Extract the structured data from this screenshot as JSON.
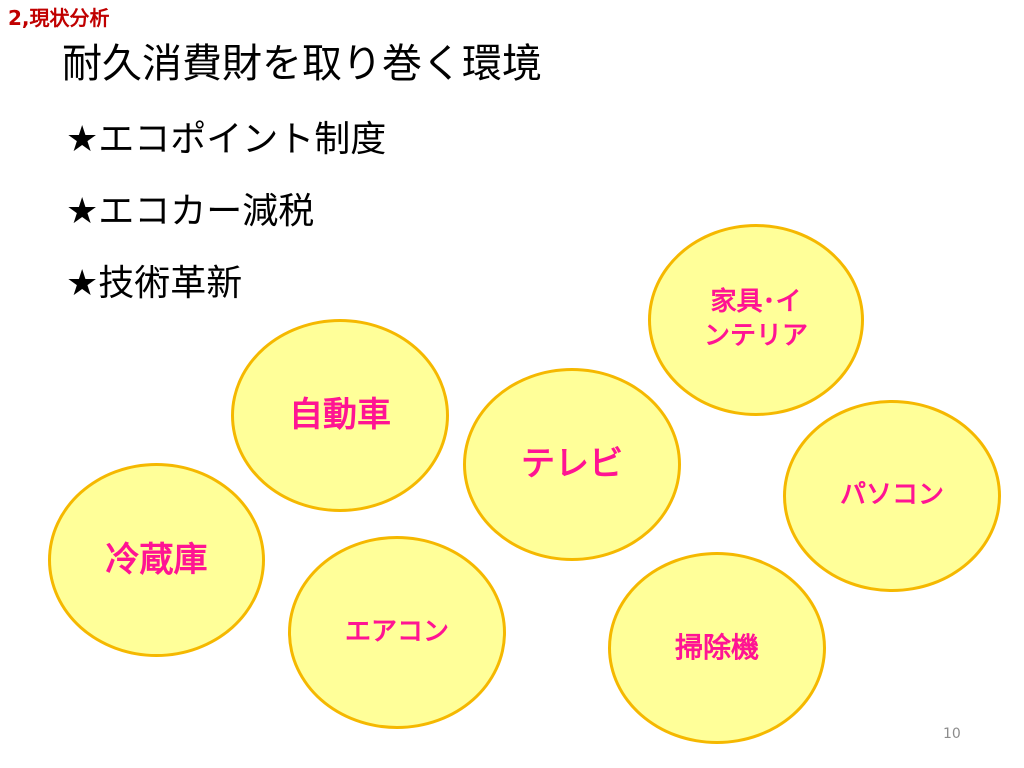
{
  "slide": {
    "section_label": "2,現状分析",
    "title": "耐久消費財を取り巻く環境",
    "bullets": [
      "★エコポイント制度",
      "★エコカー減税",
      "★技術革新"
    ],
    "bubbles": {
      "furniture_line1": "家具･イ",
      "furniture_line2": "ンテリア",
      "car": "自動車",
      "tv": "テレビ",
      "pc": "パソコン",
      "fridge": "冷蔵庫",
      "aircon": "エアコン",
      "vacuum": "掃除機"
    },
    "page_number": "10",
    "colors": {
      "section_label": "#c00000",
      "bubble_fill": "#ffff99",
      "bubble_border": "#f5b800",
      "bubble_text": "#ff1493"
    }
  }
}
